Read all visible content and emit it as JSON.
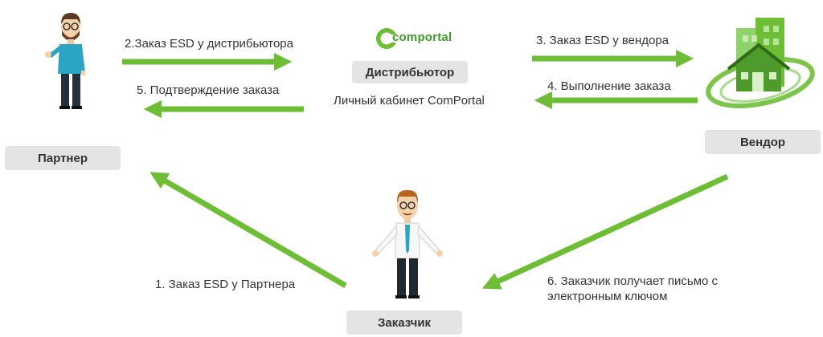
{
  "colors": {
    "arrow": "#6dbe35",
    "role_bg": "#e4e4e4",
    "text": "#333333",
    "brand_green": "#6dbe35"
  },
  "brand": {
    "logo_text": "comportal",
    "logo_icon": "comportal-logo-icon"
  },
  "roles": {
    "partner": "Партнер",
    "distributor": "Дистрибьютор",
    "vendor": "Вендор",
    "customer": "Заказчик"
  },
  "distributor_caption": "Личный кабинет ComPortal",
  "steps": {
    "step1": "1. Заказ ESD у Партнера",
    "step2": "2.Заказ ESD у дистрибьютора",
    "step3": "3. Заказ ESD у вендора",
    "step4": "4. Выполнение  заказа",
    "step5": "5. Подтверждение заказа",
    "step6_line1": "6. Заказчик получает письмо с",
    "step6_line2": "электронным ключом"
  },
  "icons": {
    "partner": "partner-person-icon",
    "customer": "customer-person-icon",
    "vendor": "vendor-building-icon"
  }
}
